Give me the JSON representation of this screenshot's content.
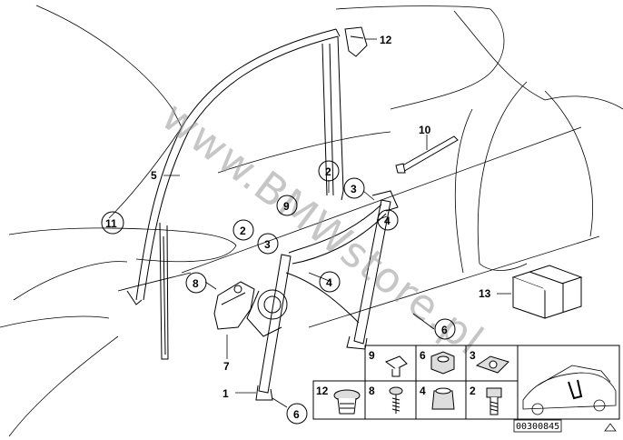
{
  "watermark": "www.BMWstore.pl",
  "catalog_code": "00300845",
  "callouts": [
    "1",
    "2",
    "2",
    "3",
    "3",
    "4",
    "4",
    "5",
    "6",
    "6",
    "7",
    "8",
    "9",
    "10",
    "11",
    "12",
    "13"
  ],
  "hardware_panel": {
    "row1": [
      "9",
      "6",
      "3"
    ],
    "row2": [
      "12",
      "8",
      "4",
      "2"
    ]
  },
  "icons": [
    "car-silhouette-icon",
    "arrow-triangle-icon"
  ]
}
